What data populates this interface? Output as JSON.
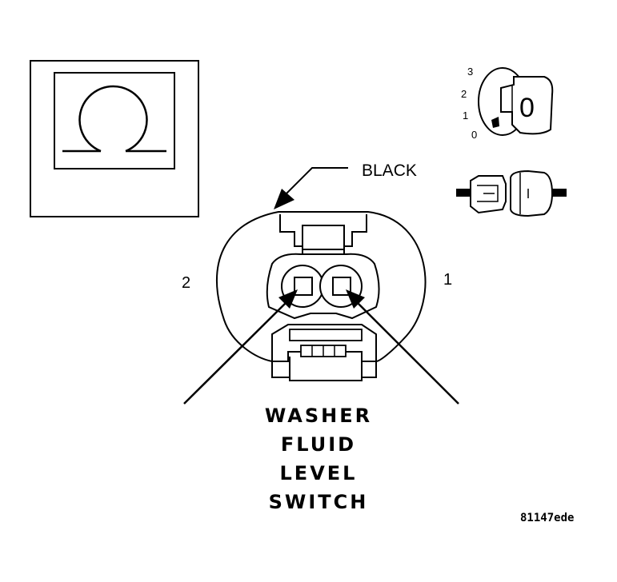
{
  "diagram": {
    "wire_color_label": "BLACK",
    "pin_left_label": "2",
    "pin_right_label": "1",
    "title_lines": [
      "WASHER",
      "FLUID",
      "LEVEL",
      "SWITCH"
    ],
    "figure_code": "81147ede",
    "ignition_positions": [
      "3",
      "2",
      "1",
      "0"
    ],
    "key_glyph": "0",
    "icons": {
      "meter_symbol": "ohm-symbol-icon",
      "ignition": "ignition-key-icon",
      "connector": "disconnected-connector-icon"
    },
    "colors": {
      "ink": "#000000",
      "paper": "#ffffff"
    }
  }
}
